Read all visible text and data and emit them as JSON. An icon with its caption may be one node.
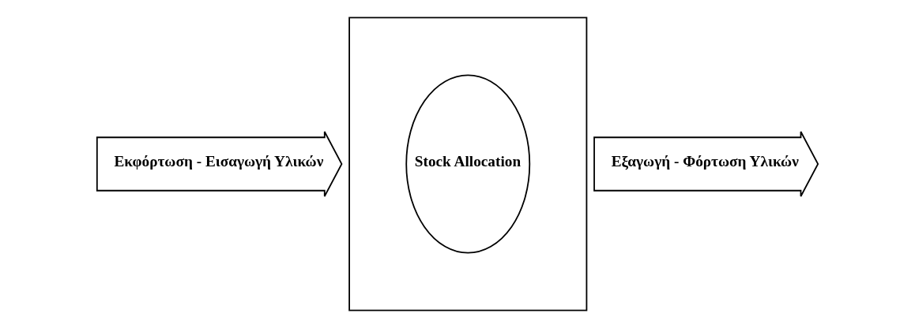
{
  "diagram": {
    "nodes": [
      {
        "text": [
          "Εκφόρτωση - Εισαγωγή Υλικών"
        ]
      },
      {
        "text": [],
        "shape": "box"
      },
      {
        "text": [
          "Stock Allocation"
        ],
        "in": 1
      },
      {
        "text": [
          "Εξαγωγή - Φόρτωση Υλικών"
        ]
      }
    ]
  }
}
